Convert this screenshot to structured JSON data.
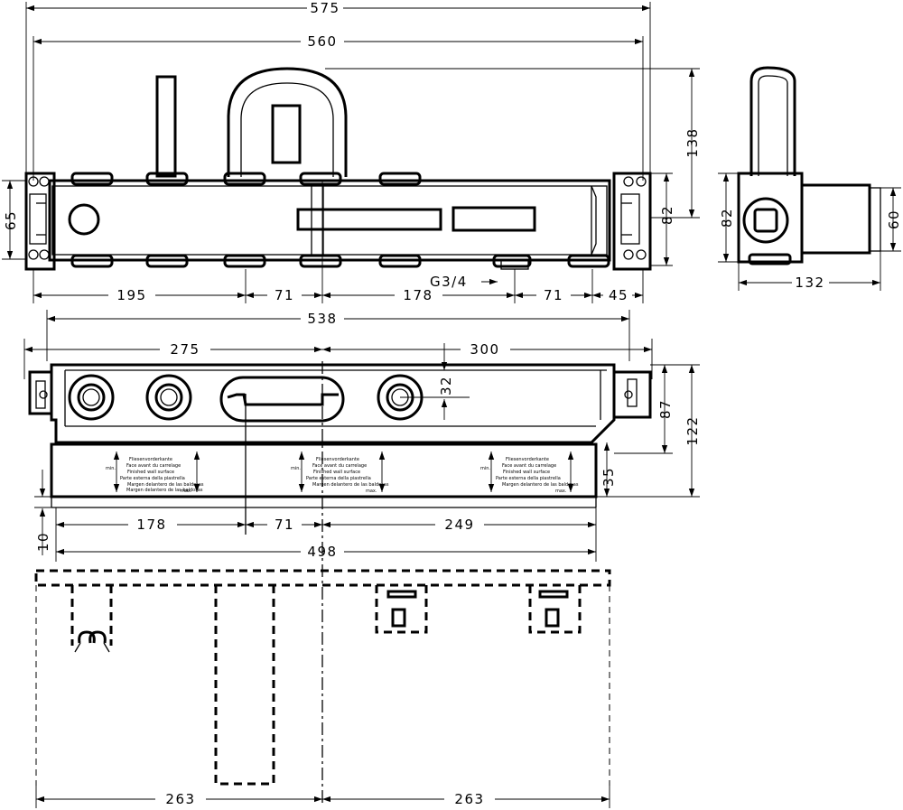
{
  "dimensions": {
    "top_overall_width": "575",
    "top_frame_width": "560",
    "top_left_height": "65",
    "top_height_right": "138",
    "top_frame_height": "82",
    "thread_size": "G3/4",
    "top_seg_1": "195",
    "top_seg_2": "71",
    "top_seg_3": "178",
    "top_seg_4": "71",
    "top_seg_5": "45",
    "side_height_82": "82",
    "side_height_60": "60",
    "side_depth": "132",
    "mid_overall": "538",
    "mid_left": "275",
    "mid_right": "300",
    "mid_offset": "32",
    "mid_height_87": "87",
    "mid_height_122": "122",
    "mid_height_35": "35",
    "mid_height_10": "10",
    "mid_seg_1": "178",
    "mid_seg_2": "71",
    "mid_seg_3": "249",
    "mid_total": "498",
    "bottom_left": "263",
    "bottom_right": "263"
  },
  "label_block": {
    "heading_de": "Fliesenvorderkante",
    "heading_fr": "Face avant du carrelage",
    "heading_en": "Finished wall surface",
    "heading_it": "Parte esterna della piastrella",
    "heading_es": "Margen delantero de las baldosas",
    "min_label": "min.",
    "max_label": "max."
  }
}
